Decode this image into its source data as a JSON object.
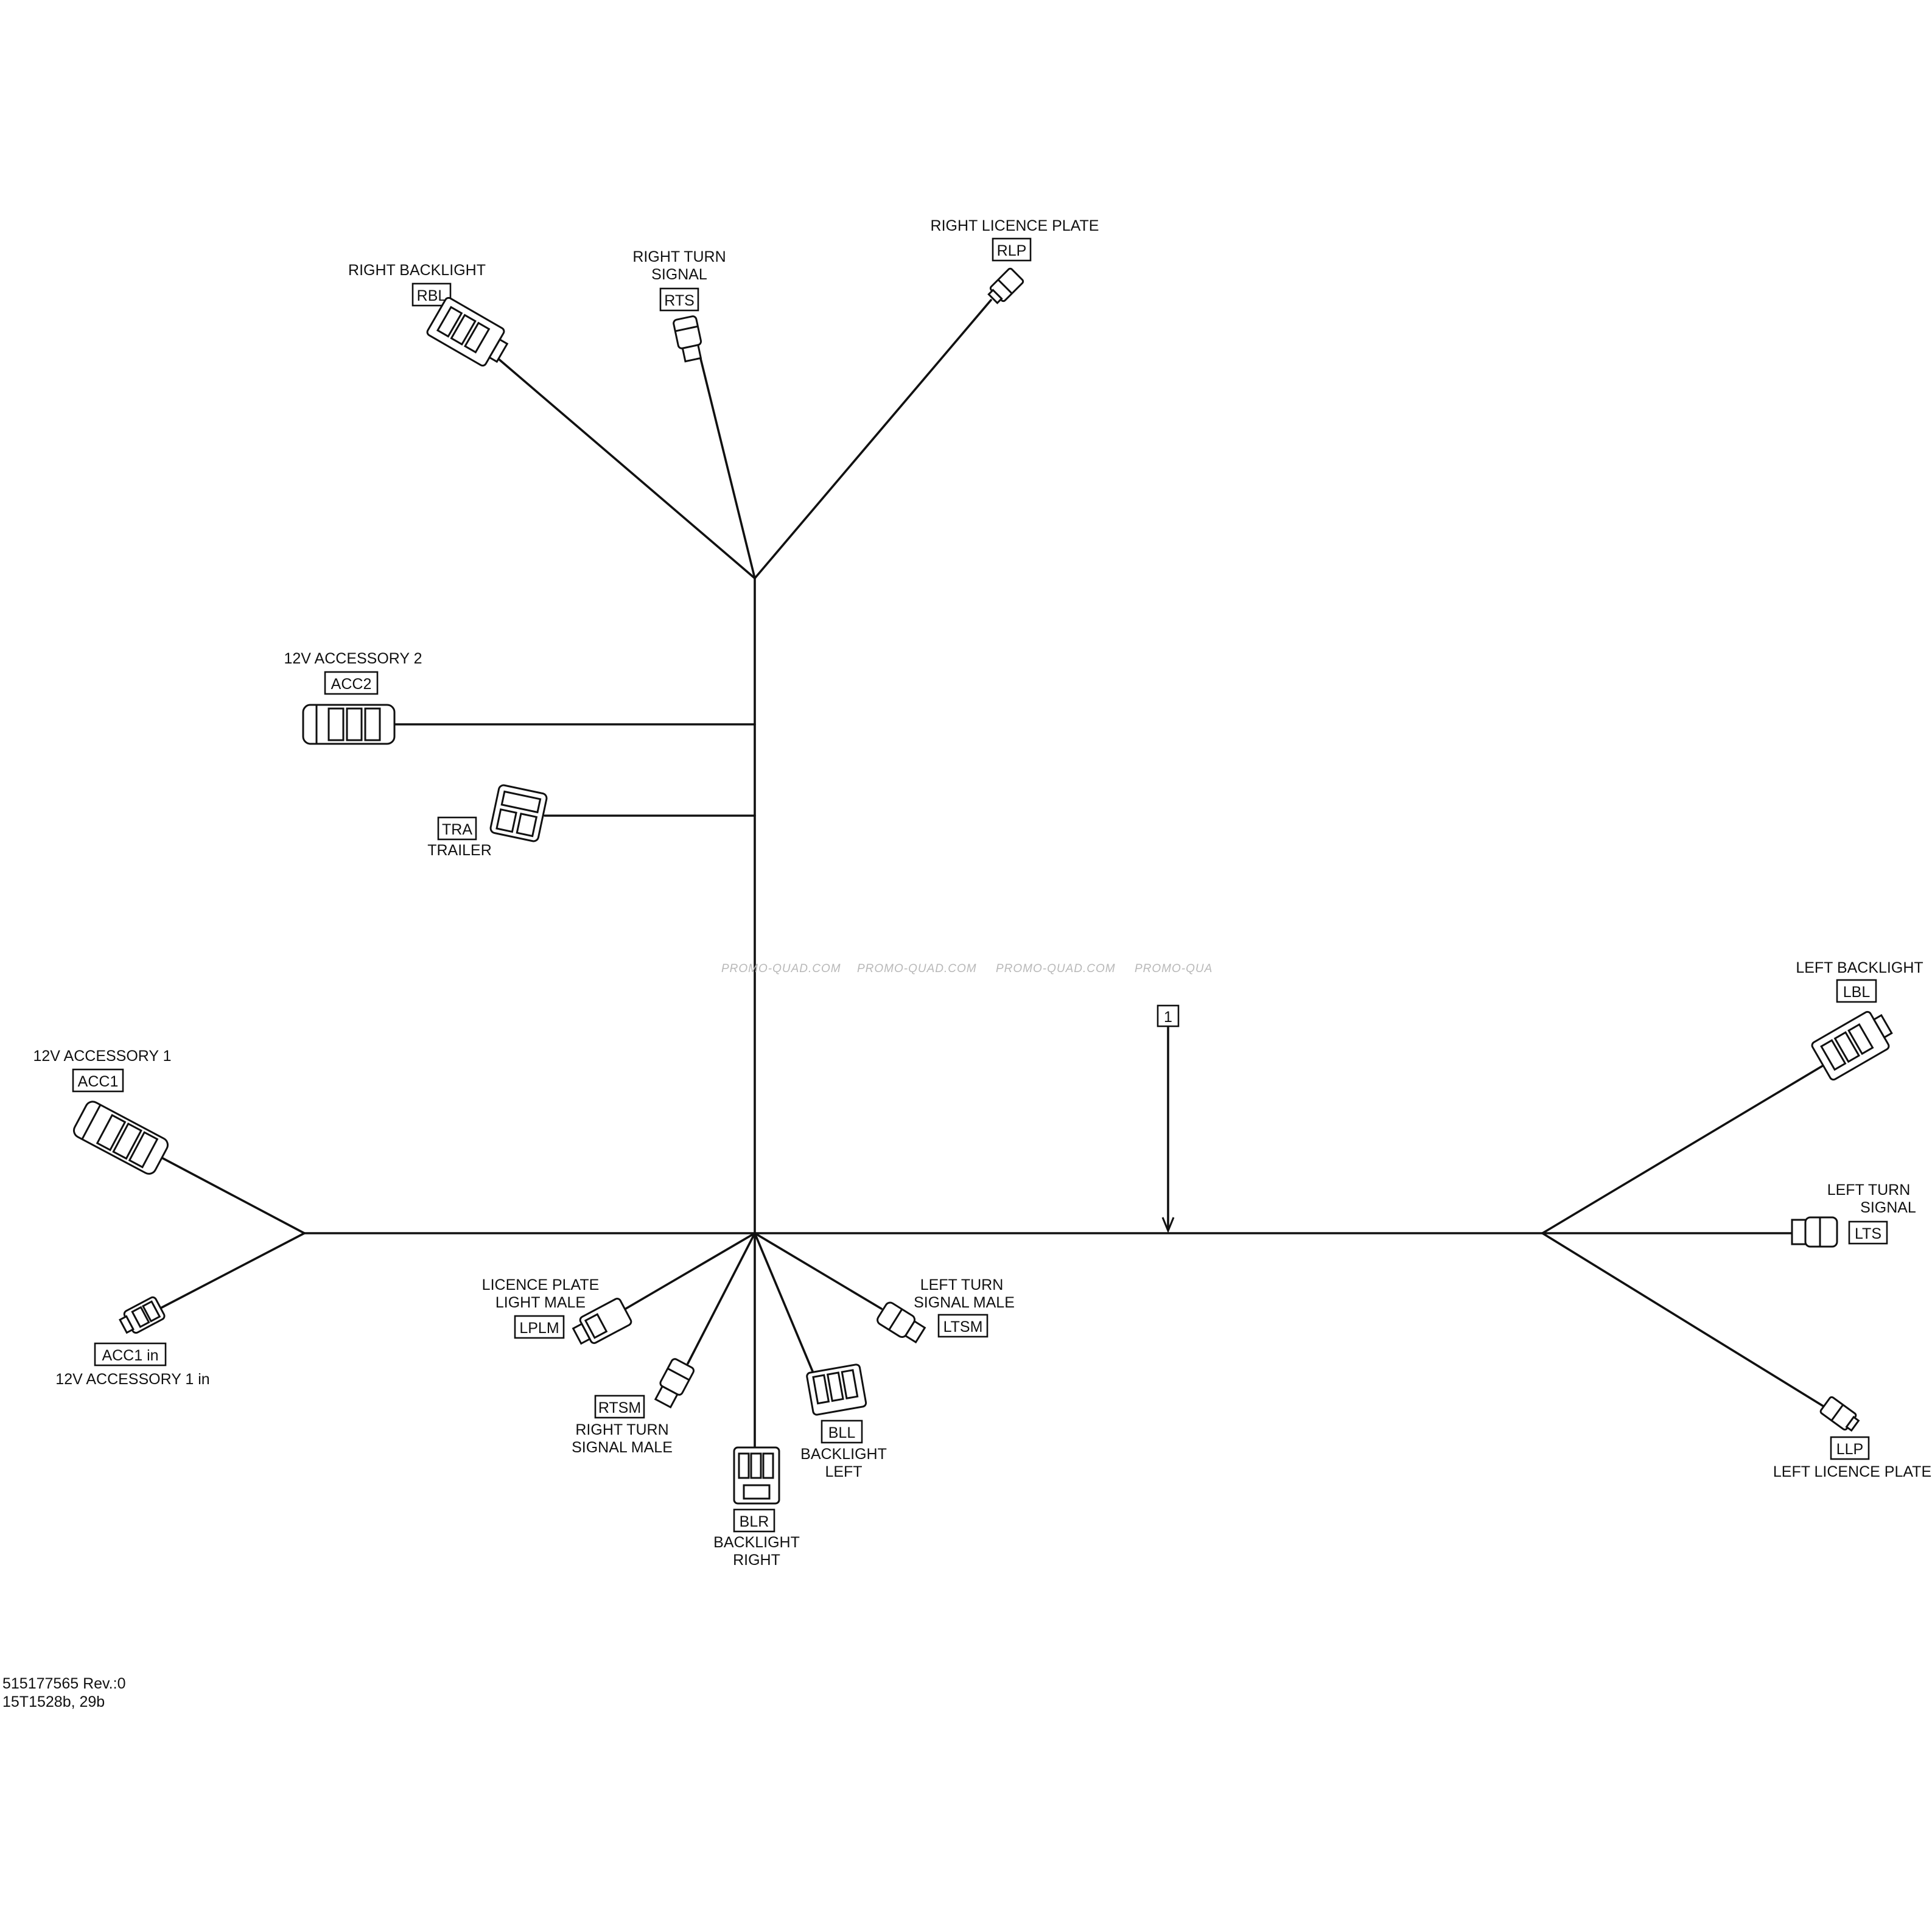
{
  "connectors": {
    "rbl": {
      "code": "RBL",
      "name": [
        "RIGHT BACKLIGHT"
      ]
    },
    "rts": {
      "code": "RTS",
      "name": [
        "RIGHT TURN",
        "SIGNAL"
      ]
    },
    "rlp": {
      "code": "RLP",
      "name": [
        "RIGHT LICENCE PLATE"
      ]
    },
    "acc2": {
      "code": "ACC2",
      "name": [
        "12V ACCESSORY 2"
      ]
    },
    "tra": {
      "code": "TRA",
      "name": [
        "TRAILER"
      ]
    },
    "acc1": {
      "code": "ACC1",
      "name": [
        "12V ACCESSORY 1"
      ]
    },
    "acc1in": {
      "code": "ACC1 in",
      "name": [
        "12V ACCESSORY 1 in"
      ]
    },
    "lplm": {
      "code": "LPLM",
      "name": [
        "LICENCE PLATE",
        "LIGHT MALE"
      ]
    },
    "rtsm": {
      "code": "RTSM",
      "name": [
        "RIGHT TURN",
        "SIGNAL MALE"
      ]
    },
    "blr": {
      "code": "BLR",
      "name": [
        "BACKLIGHT",
        "RIGHT"
      ]
    },
    "bll": {
      "code": "BLL",
      "name": [
        "BACKLIGHT",
        "LEFT"
      ]
    },
    "ltsm": {
      "code": "LTSM",
      "name": [
        "LEFT TURN",
        "SIGNAL MALE"
      ]
    },
    "lbl": {
      "code": "LBL",
      "name": [
        "LEFT BACKLIGHT"
      ]
    },
    "lts": {
      "code": "LTS",
      "name": [
        "LEFT TURN",
        "SIGNAL"
      ]
    },
    "llp": {
      "code": "LLP",
      "name": [
        "LEFT LICENCE PLATE"
      ]
    }
  },
  "callout": "1",
  "watermark": [
    "PROMO-QUAD.COM",
    "PROMO-QUAD.COM",
    "PROMO-QUAD.COM",
    "PROMO-QUA"
  ],
  "footer": {
    "part_number": "515177565 Rev.:0",
    "drawing_ref": "15T1528b, 29b"
  }
}
